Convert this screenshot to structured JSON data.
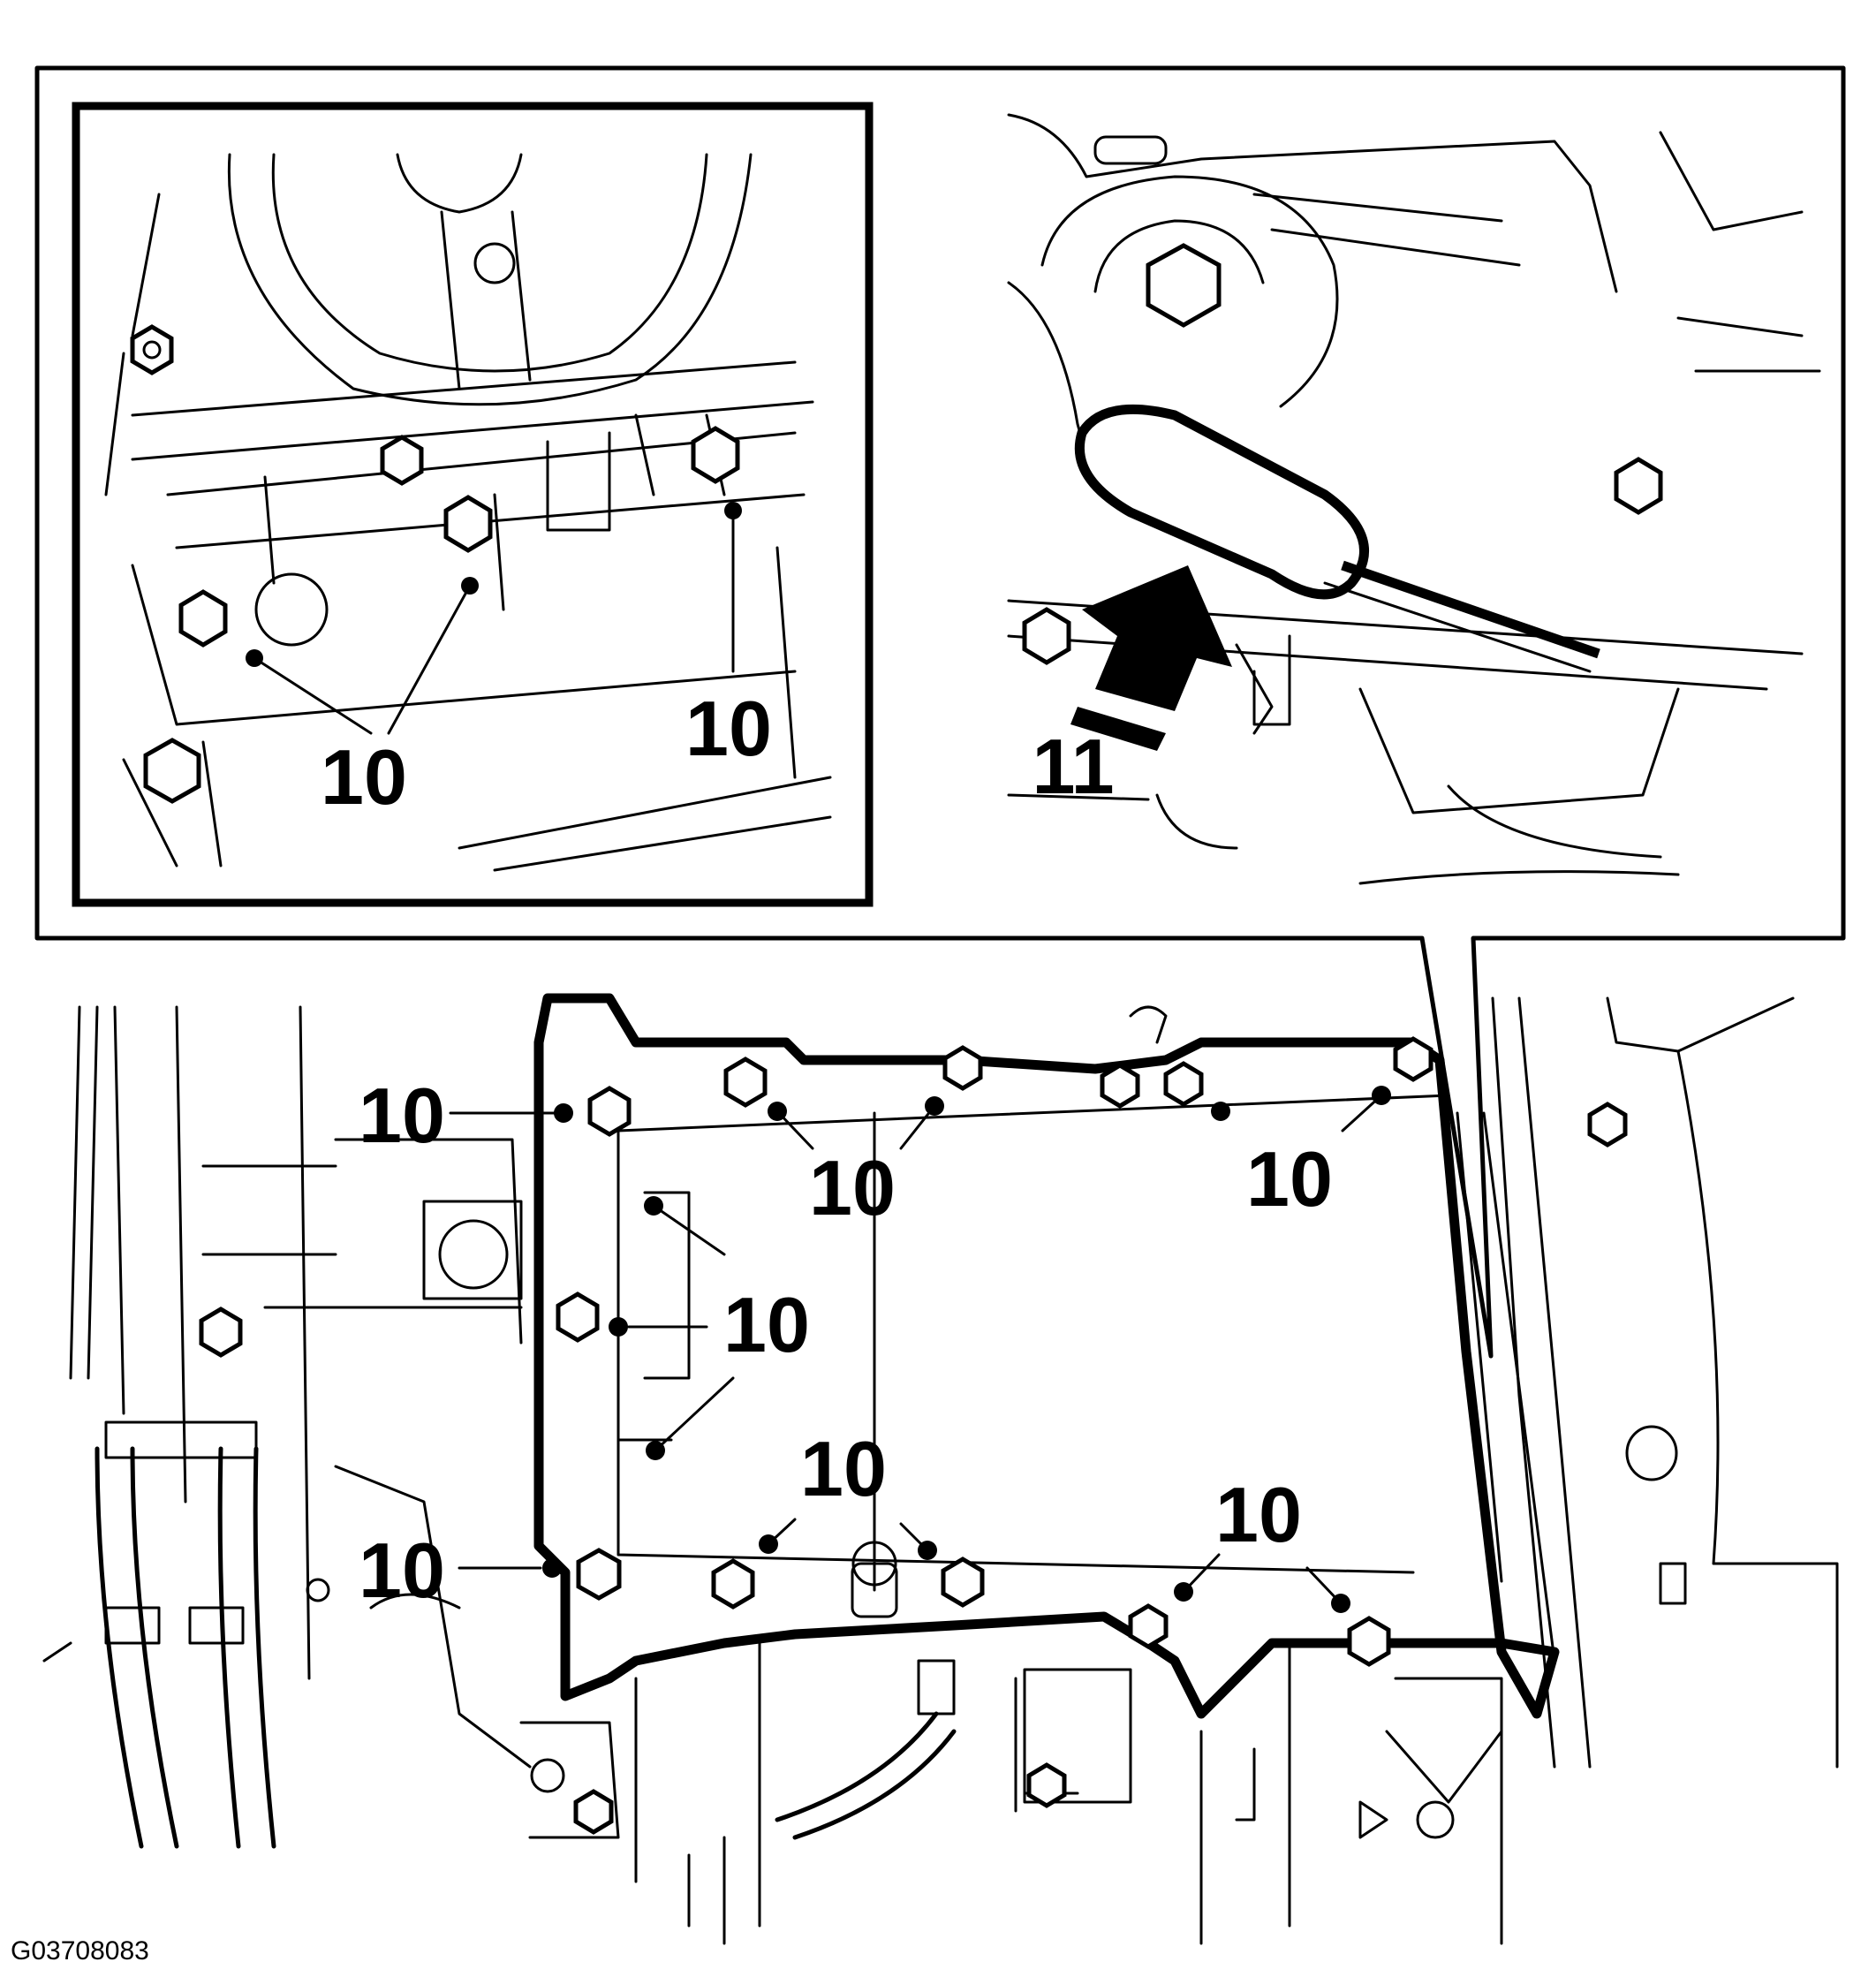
{
  "figure_id": "G03708083",
  "labels": {
    "bolt": "10",
    "tool": "11"
  },
  "colors": {
    "ink": "#000000",
    "paper": "#ffffff"
  },
  "panels": [
    "inset-left",
    "inset-right",
    "main-view"
  ]
}
